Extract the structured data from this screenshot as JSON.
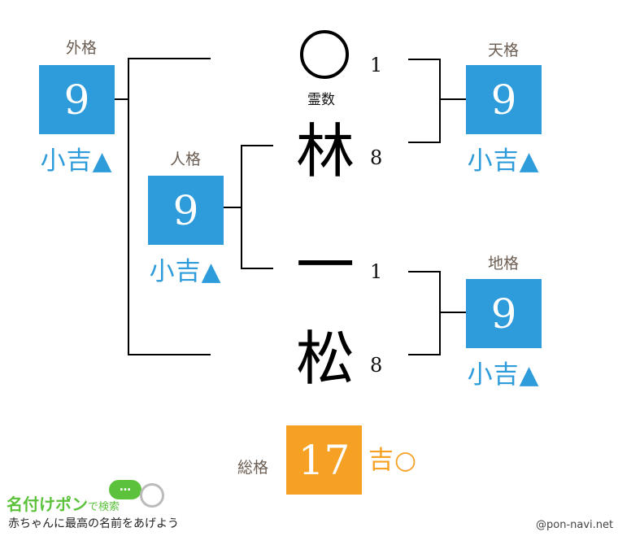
{
  "name_chars": [
    {
      "char": "○",
      "strokes": "1",
      "note": "霊数"
    },
    {
      "char": "林",
      "strokes": "8"
    },
    {
      "char": "一",
      "strokes": "1"
    },
    {
      "char": "松",
      "strokes": "8"
    }
  ],
  "gaikaku": {
    "label": "外格",
    "value": "9",
    "fortune": "小吉▲"
  },
  "jinkaku": {
    "label": "人格",
    "value": "9",
    "fortune": "小吉▲"
  },
  "tenkaku": {
    "label": "天格",
    "value": "9",
    "fortune": "小吉▲"
  },
  "chikaku": {
    "label": "地格",
    "value": "9",
    "fortune": "小吉▲"
  },
  "soukaku": {
    "label": "総格",
    "value": "17",
    "fortune": "吉○"
  },
  "colors": {
    "blue": "#2e9bdb",
    "orange": "#f6a124",
    "label": "#6b5d52",
    "brand_green": "#5cc23c"
  },
  "footer": {
    "logo_title": "名付けポン",
    "logo_suffix": "で検索",
    "bubble": "…",
    "tagline": "赤ちゃんに最高の名前をあげよう",
    "credit": "@pon-navi.net"
  }
}
